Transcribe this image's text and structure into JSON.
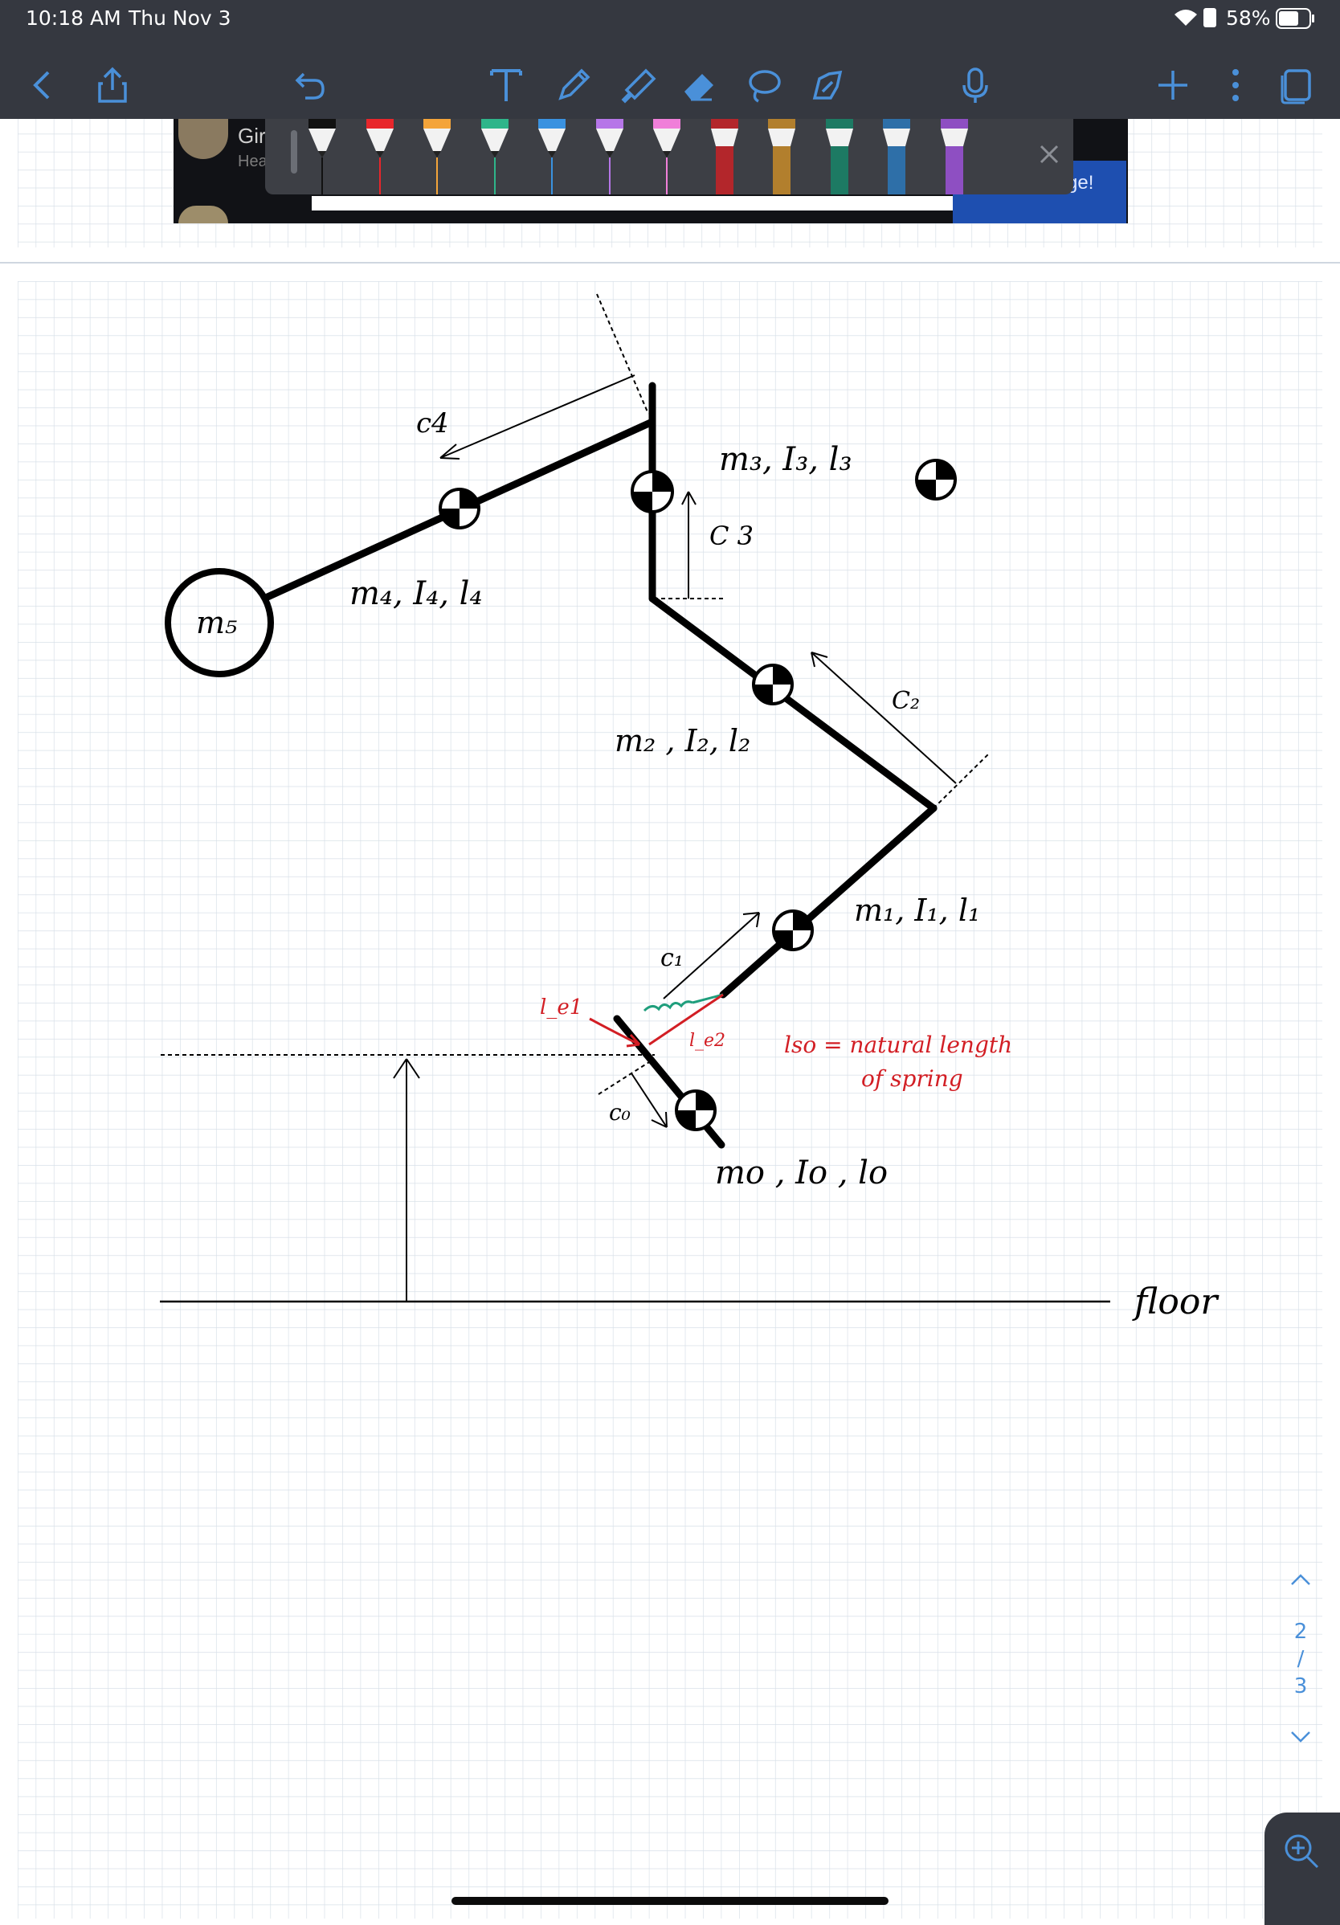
{
  "status_bar": {
    "time": "10:18 AM",
    "date": "Thu Nov 3",
    "battery": "58%"
  },
  "toolbar": {
    "icons": [
      "back-icon",
      "share-icon",
      "undo-icon",
      "text-tool-icon",
      "pen-icon",
      "highlighter-icon",
      "eraser-icon",
      "lasso-icon",
      "shape-tool-icon",
      "microphone-icon",
      "add-page-icon",
      "more-icon",
      "pages-icon"
    ]
  },
  "pen_tray": {
    "pens": [
      "#111111",
      "#e8262b",
      "#f4a43a",
      "#2fb58a",
      "#3a92e0",
      "#b676e8",
      "#f07fd9"
    ],
    "highlighters": [
      "#b3262b",
      "#b27f2d",
      "#1d7a63",
      "#2e6fa8",
      "#8e4fc2"
    ]
  },
  "background_app": {
    "name_fragment": "Gir",
    "sub_fragment": "Hea",
    "bubble_fragment": "ge!"
  },
  "page_nav": {
    "current": "2",
    "separator": "/",
    "total": "3"
  },
  "drawing": {
    "labels": {
      "c4": "c4",
      "m3": "m₃, I₃, l₃",
      "c3": "C 3",
      "m4": "m₄, I₄, l₄",
      "m5": "m₅",
      "c2": "C₂",
      "m2": "m₂ , I₂, l₂",
      "m1": "m₁, I₁, l₁",
      "c1": "c₁",
      "le1": "l_e1",
      "le2": "l_e2",
      "lso": "lso = natural length",
      "spring": "of spring",
      "c0": "c₀",
      "m0": "mo , Io , lo",
      "floor": "floor"
    },
    "colors": {
      "ink": "#000000",
      "red_ink": "#d21e24",
      "green_ink": "#1f9e7c",
      "grid": "#d8e0e8"
    }
  }
}
